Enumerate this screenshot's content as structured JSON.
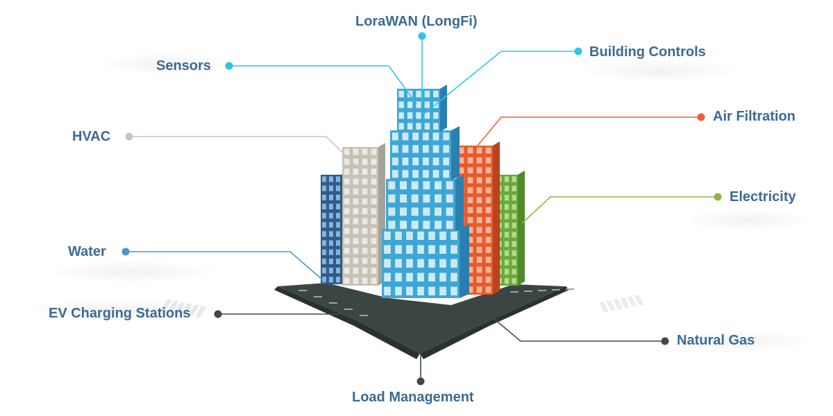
{
  "labels": {
    "lorawan": "LoraWAN (LongFi)",
    "sensors": "Sensors",
    "building_controls": "Building Controls",
    "hvac": "HVAC",
    "air_filtration": "Air Filtration",
    "electricity": "Electricity",
    "water": "Water",
    "ev_charging": "EV Charging Stations",
    "natural_gas": "Natural Gas",
    "load_management": "Load Management"
  },
  "colors": {
    "label_text": "#3a6a93",
    "cyan": "#29c6ea",
    "grey": "#c9c5bb",
    "orange": "#ee6034",
    "green": "#8cb640",
    "blue": "#4a94cf",
    "dark": "#3e4a48",
    "building_blue": "#3ea6d6",
    "building_navy": "#345a86",
    "building_grey": "#c7c2b8",
    "building_orange": "#e75a2b",
    "building_green": "#6aa83b",
    "road": "#3b4644"
  }
}
